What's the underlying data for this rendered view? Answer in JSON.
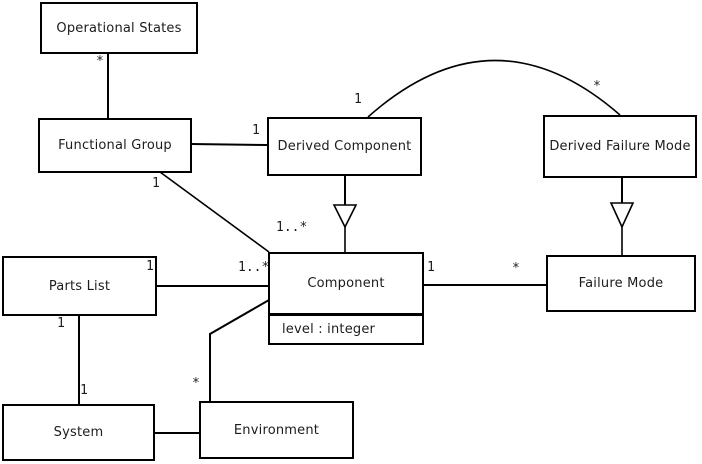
{
  "colors": {
    "line": "#000000",
    "box_border": "#000000",
    "box_fill": "#ffffff",
    "text": "#1c1c1c",
    "background": "#ffffff"
  },
  "classes": {
    "operational_states": {
      "name": "Operational States"
    },
    "functional_group": {
      "name": "Functional Group"
    },
    "derived_component": {
      "name": "Derived Component"
    },
    "derived_failure_mode": {
      "name": "Derived Failure Mode"
    },
    "parts_list": {
      "name": "Parts List"
    },
    "component": {
      "name": "Component",
      "attribute": "level : integer"
    },
    "failure_mode": {
      "name": "Failure Mode"
    },
    "system": {
      "name": "System"
    },
    "environment": {
      "name": "Environment"
    }
  },
  "multiplicities": {
    "operational_states_end": "*",
    "fg_to_derived_component_end": "1",
    "fg_to_component_fg_end": "1",
    "fg_to_component_component_end": "1..*",
    "curve_derived_component_end": "1",
    "curve_derived_failure_mode_end": "*",
    "parts_list_to_component_pl_end": "1",
    "parts_list_to_component_component_end": "1..*",
    "parts_list_to_system_pl_end": "1",
    "parts_list_to_system_system_end": "1",
    "component_to_environment_env_end": "*",
    "component_to_failure_mode_component_end": "1",
    "component_to_failure_mode_fm_end": "*"
  }
}
